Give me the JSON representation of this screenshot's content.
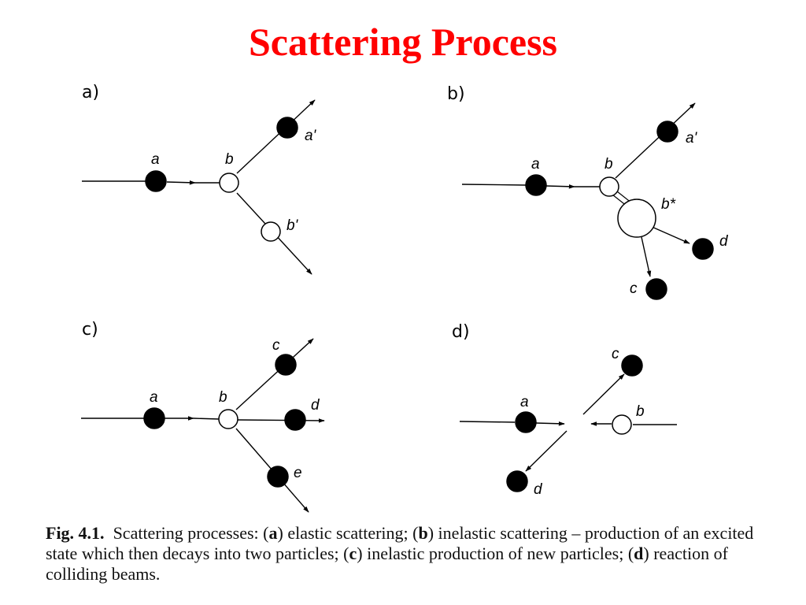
{
  "title": "Scattering Process",
  "panels": {
    "a": {
      "label": "a)",
      "particles": {
        "a": "a",
        "b": "b",
        "a_prime": "a'",
        "b_prime": "b'"
      }
    },
    "b": {
      "label": "b)",
      "particles": {
        "a": "a",
        "b": "b",
        "a_prime": "a'",
        "b_star": "b*",
        "c": "c",
        "d": "d"
      }
    },
    "c": {
      "label": "c)",
      "particles": {
        "a": "a",
        "b": "b",
        "c": "c",
        "d": "d",
        "e": "e"
      }
    },
    "d": {
      "label": "d)",
      "particles": {
        "a": "a",
        "b": "b",
        "c": "c",
        "d": "d"
      }
    }
  },
  "caption": {
    "fig_label": "Fig. 4.1.",
    "lead": "Scattering processes: (",
    "a_key": "a",
    "a_text": ") elastic scattering; (",
    "b_key": "b",
    "b_text": ") inelastic scattering – production of an excited state which then decays into two particles; (",
    "c_key": "c",
    "c_text": ") inelastic production of new particles; (",
    "d_key": "d",
    "d_text": ") reaction of colliding beams."
  }
}
